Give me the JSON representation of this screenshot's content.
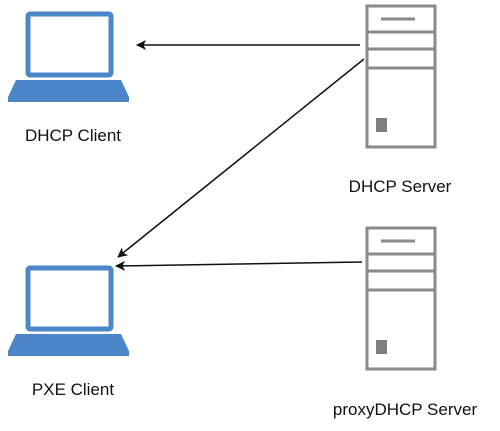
{
  "nodes": {
    "dhcp_client": {
      "label": "DHCP Client",
      "icon": "laptop-icon"
    },
    "pxe_client": {
      "label": "PXE Client",
      "icon": "laptop-icon"
    },
    "dhcp_server": {
      "label": "DHCP Server",
      "icon": "server-icon"
    },
    "proxy_dhcp_server": {
      "label": "proxyDHCP Server",
      "icon": "server-icon"
    }
  },
  "edges": [
    {
      "from": "dhcp_server",
      "to": "dhcp_client"
    },
    {
      "from": "dhcp_server",
      "to": "pxe_client"
    },
    {
      "from": "proxy_dhcp_server",
      "to": "pxe_client"
    }
  ],
  "colors": {
    "laptop": "#4a86c8",
    "server_stroke": "#8a8a8a",
    "server_drive": "#7f7f7f",
    "line": "#111111"
  }
}
